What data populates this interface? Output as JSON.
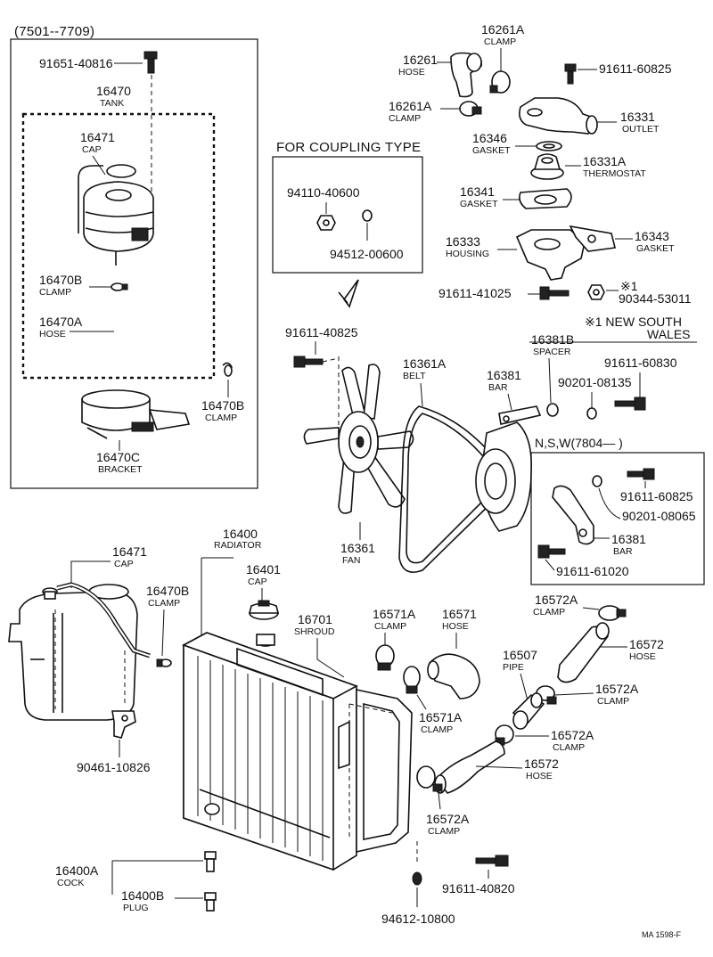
{
  "diagram": {
    "left_box_title": "(7501--7709)",
    "coupling_title": "FOR COUPLING TYPE",
    "nsw_note_line1": "※1 NEW SOUTH",
    "nsw_note_line2": "WALES",
    "nsw_box_title": "N,S,W(7804—      )",
    "footer_code": "MA  1598-F"
  },
  "parts": {
    "p91651_40816": "91651-40816",
    "p16470": "16470",
    "p16470_name": "TANK",
    "p16471a": "16471",
    "p16471a_name": "CAP",
    "p16470b_1": "16470B",
    "p16470b_1_name": "CLAMP",
    "p16470a": "16470A",
    "p16470a_name": "HOSE",
    "p16470b_2": "16470B",
    "p16470b_2_name": "CLAMP",
    "p16470c": "16470C",
    "p16470c_name": "BRACKET",
    "p94110_40600": "94110-40600",
    "p94512_00600": "94512-00600",
    "p16261a_1": "16261A",
    "p16261a_1_name": "CLAMP",
    "p16261": "16261",
    "p16261_name": "HOSE",
    "p16261a_2": "16261A",
    "p16261a_2_name": "CLAMP",
    "p91611_60825_top": "91611-60825",
    "p16331": "16331",
    "p16331_name": "OUTLET",
    "p16346": "16346",
    "p16346_name": "GASKET",
    "p16331a": "16331A",
    "p16331a_name": "THERMOSTAT",
    "p16341": "16341",
    "p16341_name": "GASKET",
    "p16333": "16333",
    "p16333_name": "HOUSING",
    "p16343": "16343",
    "p16343_name": "GASKET",
    "p91611_41025": "91611-41025",
    "p90344_mark": "※1",
    "p90344_53011": "90344-53011",
    "p91611_40825": "91611-40825",
    "p16361a": "16361A",
    "p16361a_name": "BELT",
    "p16381b": "16381B",
    "p16381b_name": "SPACER",
    "p91611_60830": "91611-60830",
    "p16381_1": "16381",
    "p16381_1_name": "BAR",
    "p90201_08135": "90201-08135",
    "p91611_60825_b": "91611-60825",
    "p90201_08065": "90201-08065",
    "p16381_2": "16381",
    "p16381_2_name": "BAR",
    "p91611_61020": "91611-61020",
    "p16361": "16361",
    "p16361_name": "FAN",
    "p16400": "16400",
    "p16400_name": "RADIATOR",
    "p16471b": "16471",
    "p16471b_name": "CAP",
    "p16470b_3": "16470B",
    "p16470b_3_name": "CLAMP",
    "p16401": "16401",
    "p16401_name": "CAP",
    "p16701": "16701",
    "p16701_name": "SHROUD",
    "p16571a_1": "16571A",
    "p16571a_1_name": "CLAMP",
    "p16571": "16571",
    "p16571_name": "HOSE",
    "p16572a_1": "16572A",
    "p16572a_1_name": "CLAMP",
    "p16572_1": "16572",
    "p16572_1_name": "HOSE",
    "p16507": "16507",
    "p16507_name": "PIPE",
    "p16572a_2": "16572A",
    "p16572a_2_name": "CLAMP",
    "p16571a_2": "16571A",
    "p16571a_2_name": "CLAMP",
    "p16572a_3": "16572A",
    "p16572a_3_name": "CLAMP",
    "p16572_2": "16572",
    "p16572_2_name": "HOSE",
    "p16572a_4": "16572A",
    "p16572a_4_name": "CLAMP",
    "p90461_10826": "90461-10826",
    "p16400a": "16400A",
    "p16400a_name": "COCK",
    "p16400b": "16400B",
    "p16400b_name": "PLUG",
    "p91611_40820": "91611-40820",
    "p94612_10800": "94612-10800"
  }
}
